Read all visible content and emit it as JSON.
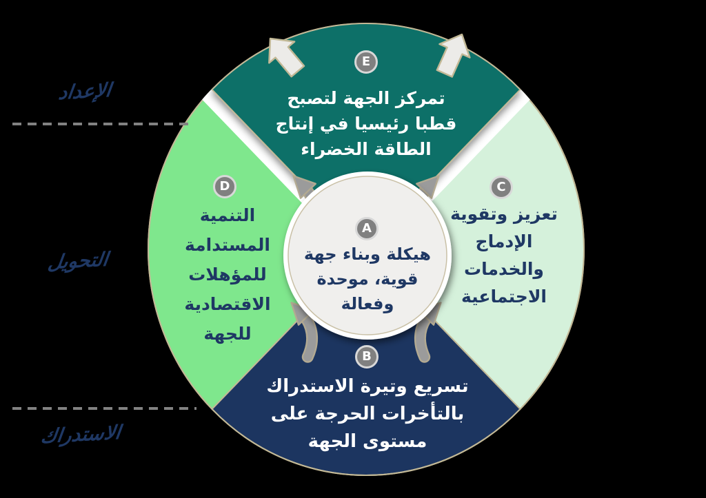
{
  "diagram_title": "strategic-pillars-wheel",
  "center": {
    "badge": "A",
    "lines": [
      "هيكلة وبناء جهة",
      "قوية، موحدة",
      "وفعالة"
    ]
  },
  "sectors": {
    "top": {
      "badge": "E",
      "lines": [
        "تمركز الجهة لتصبح",
        "قطبا رئيسيا في إنتاج",
        "الطاقة الخضراء"
      ]
    },
    "right": {
      "badge": "C",
      "lines": [
        "تعزيز وتقوية",
        "الإدماج",
        "والخدمات",
        "الاجتماعية"
      ]
    },
    "left": {
      "badge": "D",
      "lines": [
        "التنمية",
        "المستدامة",
        "للمؤهلات",
        "الاقتصادية",
        "للجهة"
      ]
    },
    "bottom": {
      "badge": "B",
      "lines": [
        "تسريع وتيرة الاستدراك",
        "بالتأخرات الحرجة على",
        "مستوى الجهة"
      ]
    }
  },
  "phases": {
    "top": {
      "label": "الإعداد"
    },
    "middle": {
      "label": "التحويل"
    },
    "bottom": {
      "label": "الاستدراك"
    }
  },
  "icons": {
    "outward_arrows": "straight-arrow-icon",
    "flow_arrows": "curved-arrow-icon"
  },
  "colors": {
    "sector_top": "#0C7068",
    "sector_right": "#D5F1DB",
    "sector_left": "#7FE78D",
    "sector_bottom": "#1C3560",
    "center_halo": "#FFFFFF",
    "center_fill": "#F0EFED",
    "text_dark": "#1F3864",
    "text_light": "#FFFFFF",
    "badge_fill": "#808080",
    "badge_ring": "#D8D8D8",
    "outline_tan": "#C2B896",
    "arrow_gray": "#9B9B9B",
    "arrow_light": "#ECEBE8",
    "dash_gray": "#828282",
    "background": "#000000"
  }
}
